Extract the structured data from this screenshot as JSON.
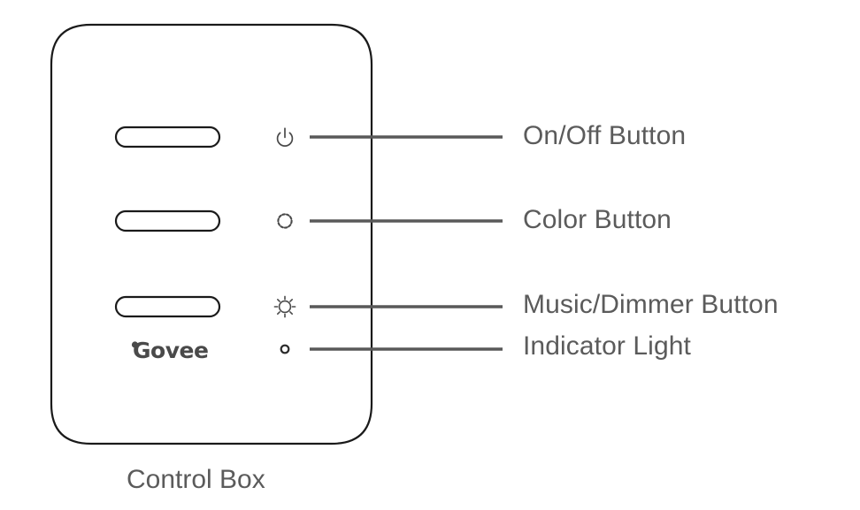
{
  "diagram": {
    "caption": "Control Box",
    "brand": "Govee",
    "device": {
      "name": "control-box-body",
      "outline_color": "#1a1a1a"
    },
    "colors": {
      "outline": "#1a1a1a",
      "leader_line": "#595959",
      "label_text": "#5b5b5b",
      "brand_text": "#4a4a4a",
      "background": "#ffffff"
    },
    "buttons": [
      {
        "name": "top-rocker-button",
        "label": ""
      },
      {
        "name": "middle-rocker-button",
        "label": ""
      },
      {
        "name": "bottom-rocker-button",
        "label": ""
      }
    ],
    "callouts": [
      {
        "id": "onoff",
        "label": "On/Off Button",
        "icon": "power-icon"
      },
      {
        "id": "color",
        "label": "Color Button",
        "icon": "color-circle-icon"
      },
      {
        "id": "music",
        "label": "Music/Dimmer Button",
        "icon": "brightness-sun-icon"
      },
      {
        "id": "indicator",
        "label": "Indicator Light",
        "icon": "small-dot-icon"
      }
    ]
  }
}
